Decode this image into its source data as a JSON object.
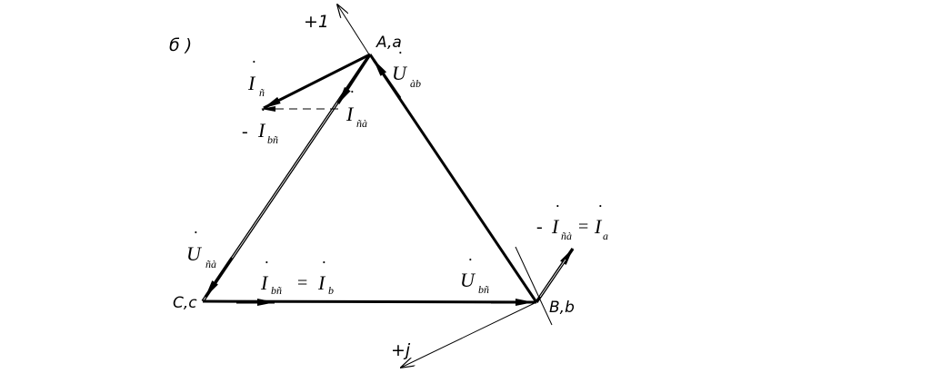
{
  "figure_label": "б )",
  "axes": {
    "real": "+1",
    "imag": "+j"
  },
  "vertices": {
    "a": "A,a",
    "b": "B,b",
    "c": "C,c"
  },
  "labels": {
    "u_ab": {
      "main": "U",
      "sub": "àb"
    },
    "u_bc": {
      "main": "U",
      "sub": "bñ"
    },
    "u_ca": {
      "main": "U",
      "sub": "ñà"
    },
    "i_c": {
      "main": "I",
      "sub": "ñ"
    },
    "neg_i_bc": {
      "prefix": "-",
      "main": "I",
      "sub": "bñ"
    },
    "i_ca": {
      "main": "I",
      "sub": "ñà"
    },
    "i_bc_eq": {
      "main": "I",
      "sub": "bñ",
      "eq": "=",
      "main2": "I",
      "sub2": "b"
    },
    "neg_i_ca_eq": {
      "prefix": "-",
      "main": "I",
      "sub": "ñà",
      "eq": "=",
      "main2": "I",
      "sub2": "a"
    }
  }
}
